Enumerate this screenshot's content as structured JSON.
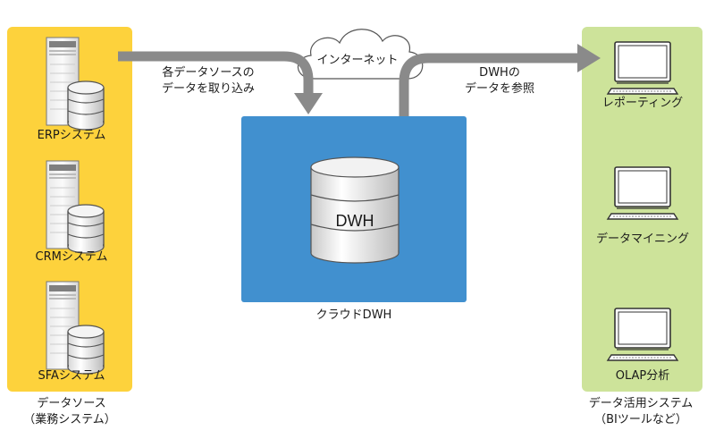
{
  "sources": {
    "items": [
      {
        "label": "ERPシステム"
      },
      {
        "label": "CRMシステム"
      },
      {
        "label": "SFAシステム"
      }
    ],
    "caption_line1": "データソース",
    "caption_line2": "（業務システム）"
  },
  "ingest_label_line1": "各データソースの",
  "ingest_label_line2": "データを取り込み",
  "internet_label": "インターネット",
  "reference_label_line1": "DWHの",
  "reference_label_line2": "データを参照",
  "dwh": {
    "db_label": "DWH",
    "caption": "クラウドDWH"
  },
  "bi": {
    "items": [
      {
        "label": "レポーティング"
      },
      {
        "label": "データマイニング"
      },
      {
        "label": "OLAP分析"
      }
    ],
    "caption_line1": "データ活用システム",
    "caption_line2": "（BIツールなど）"
  },
  "colors": {
    "sources_panel": "#fdd23c",
    "bi_panel": "#cde39a",
    "cloud_dwh": "#4190cf",
    "arrow": "#8a8a8a"
  }
}
